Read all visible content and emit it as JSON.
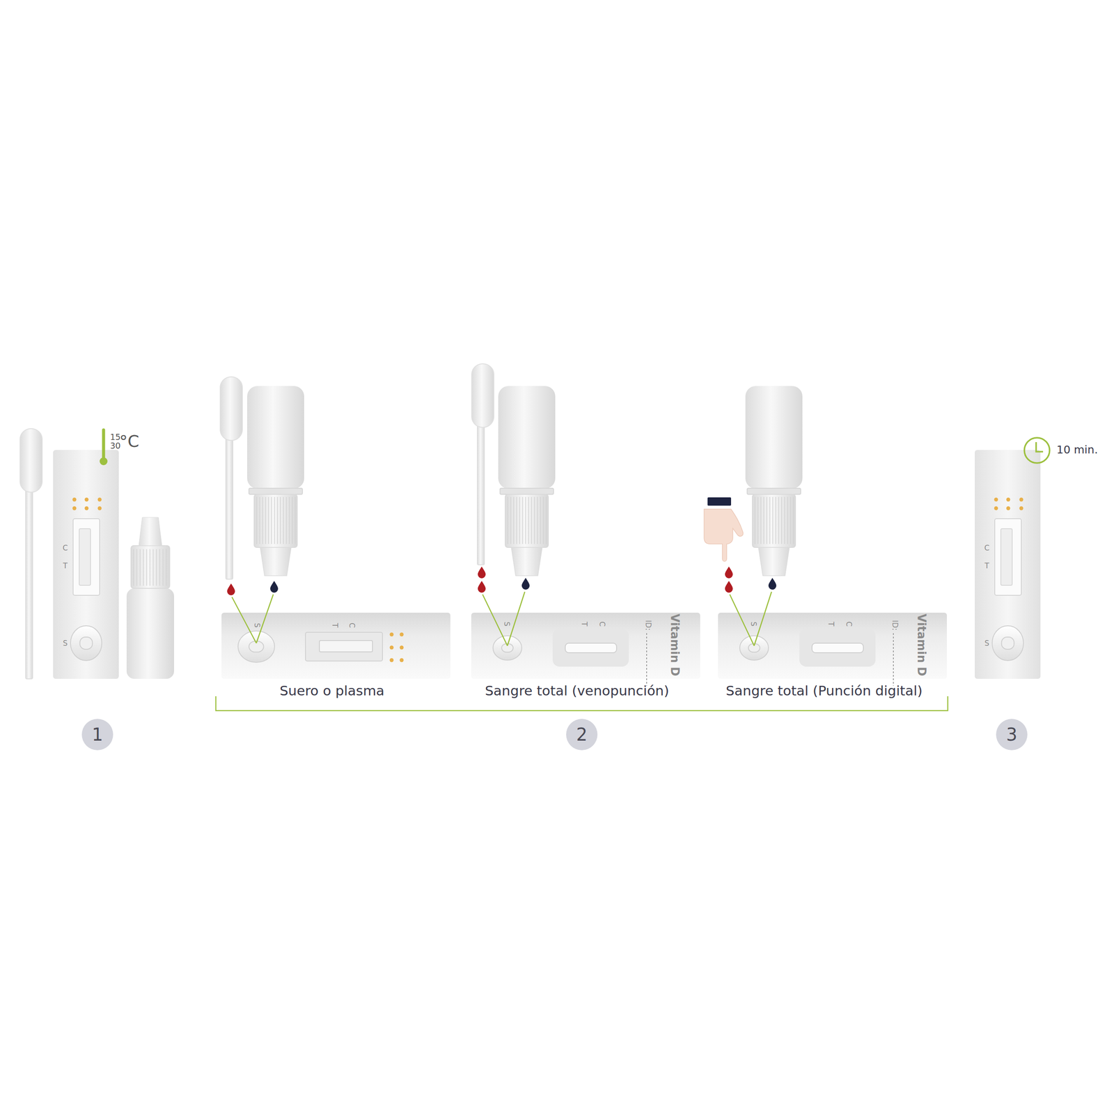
{
  "diagram": {
    "nodes": [
      {
        "text": [
          "C",
          "T",
          "S"
        ]
      },
      {
        "text": [
          "S",
          "T",
          "C"
        ]
      },
      {
        "text": [
          "S",
          "T",
          "C",
          "ID:",
          "Vitamin D"
        ]
      },
      {
        "text": [
          "S",
          "T",
          "C",
          "ID:",
          "Vitamin D"
        ]
      },
      {
        "text": [
          "C",
          "T",
          "S"
        ]
      },
      {
        "text": [
          "1"
        ]
      },
      {
        "text": [
          "2"
        ]
      },
      {
        "text": [
          "3"
        ]
      }
    ],
    "labels": [
      "15",
      "30",
      "°C",
      "Suero o plasma",
      "Sangre total (venopunción)",
      "Sangre total (Punción digital)",
      "10 min."
    ]
  }
}
